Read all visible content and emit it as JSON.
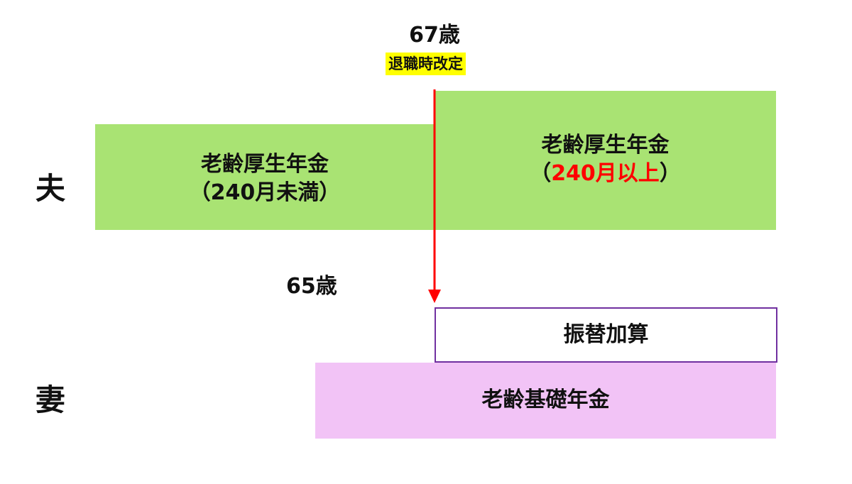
{
  "top_age": "67歳",
  "top_note": "退職時改定",
  "husband_label": "夫",
  "wife_label": "妻",
  "mid_age": "65歳",
  "husband_box_left": {
    "line1": "老齢厚生年金",
    "line2": "（240月未満）"
  },
  "husband_box_right": {
    "line1": "老齢厚生年金",
    "paren_open": "（",
    "highlight": "240月以上",
    "paren_close": "）"
  },
  "furikae_label": "振替加算",
  "wife_box_label": "老齢基礎年金",
  "colors": {
    "green": "#a9e373",
    "pink": "#f2c3f6",
    "arrow_red": "#ff0000",
    "highlight_yellow": "#ffff00",
    "purple_border": "#7030a0"
  }
}
